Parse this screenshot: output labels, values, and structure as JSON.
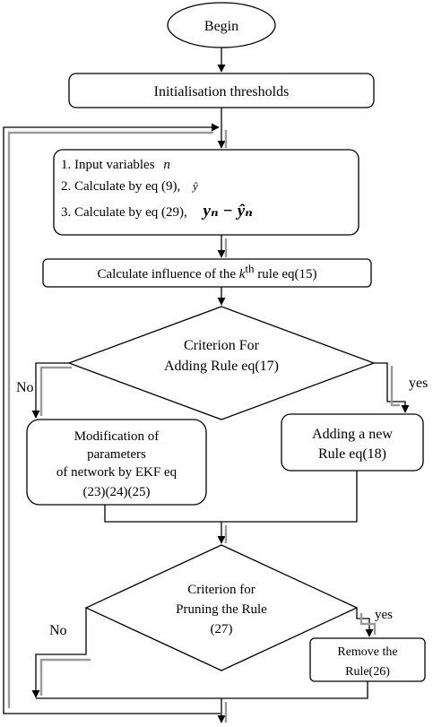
{
  "nodes": {
    "begin": "Begin",
    "init": "Initialisation  thresholds",
    "input": {
      "line1": "1.  Input variables",
      "line1_var": "n",
      "line2": "2.  Calculate by eq (9),",
      "line2_var": "ŷ",
      "line3": "3.  Calculate by eq (29),",
      "line3_expr": "yₙ − ŷₙ"
    },
    "influence": {
      "before": "Calculate    influence of the ",
      "k": "k",
      "sup": "th",
      "after": " rule eq(15)"
    },
    "criterion_add": [
      "Criterion For",
      "Adding Rule eq(17)"
    ],
    "modify": [
      "Modification of",
      "parameters",
      "of network by EKF eq",
      "(23)(24)(25)"
    ],
    "add_rule": [
      "Adding a new",
      "Rule eq(18)"
    ],
    "criterion_prune": [
      "Criterion for",
      "Pruning the Rule",
      "(27)"
    ],
    "remove": [
      "Remove the",
      "Rule(26)"
    ]
  },
  "labels": {
    "add_no": "No",
    "add_yes": "yes",
    "prune_no": "No",
    "prune_yes": "yes"
  }
}
